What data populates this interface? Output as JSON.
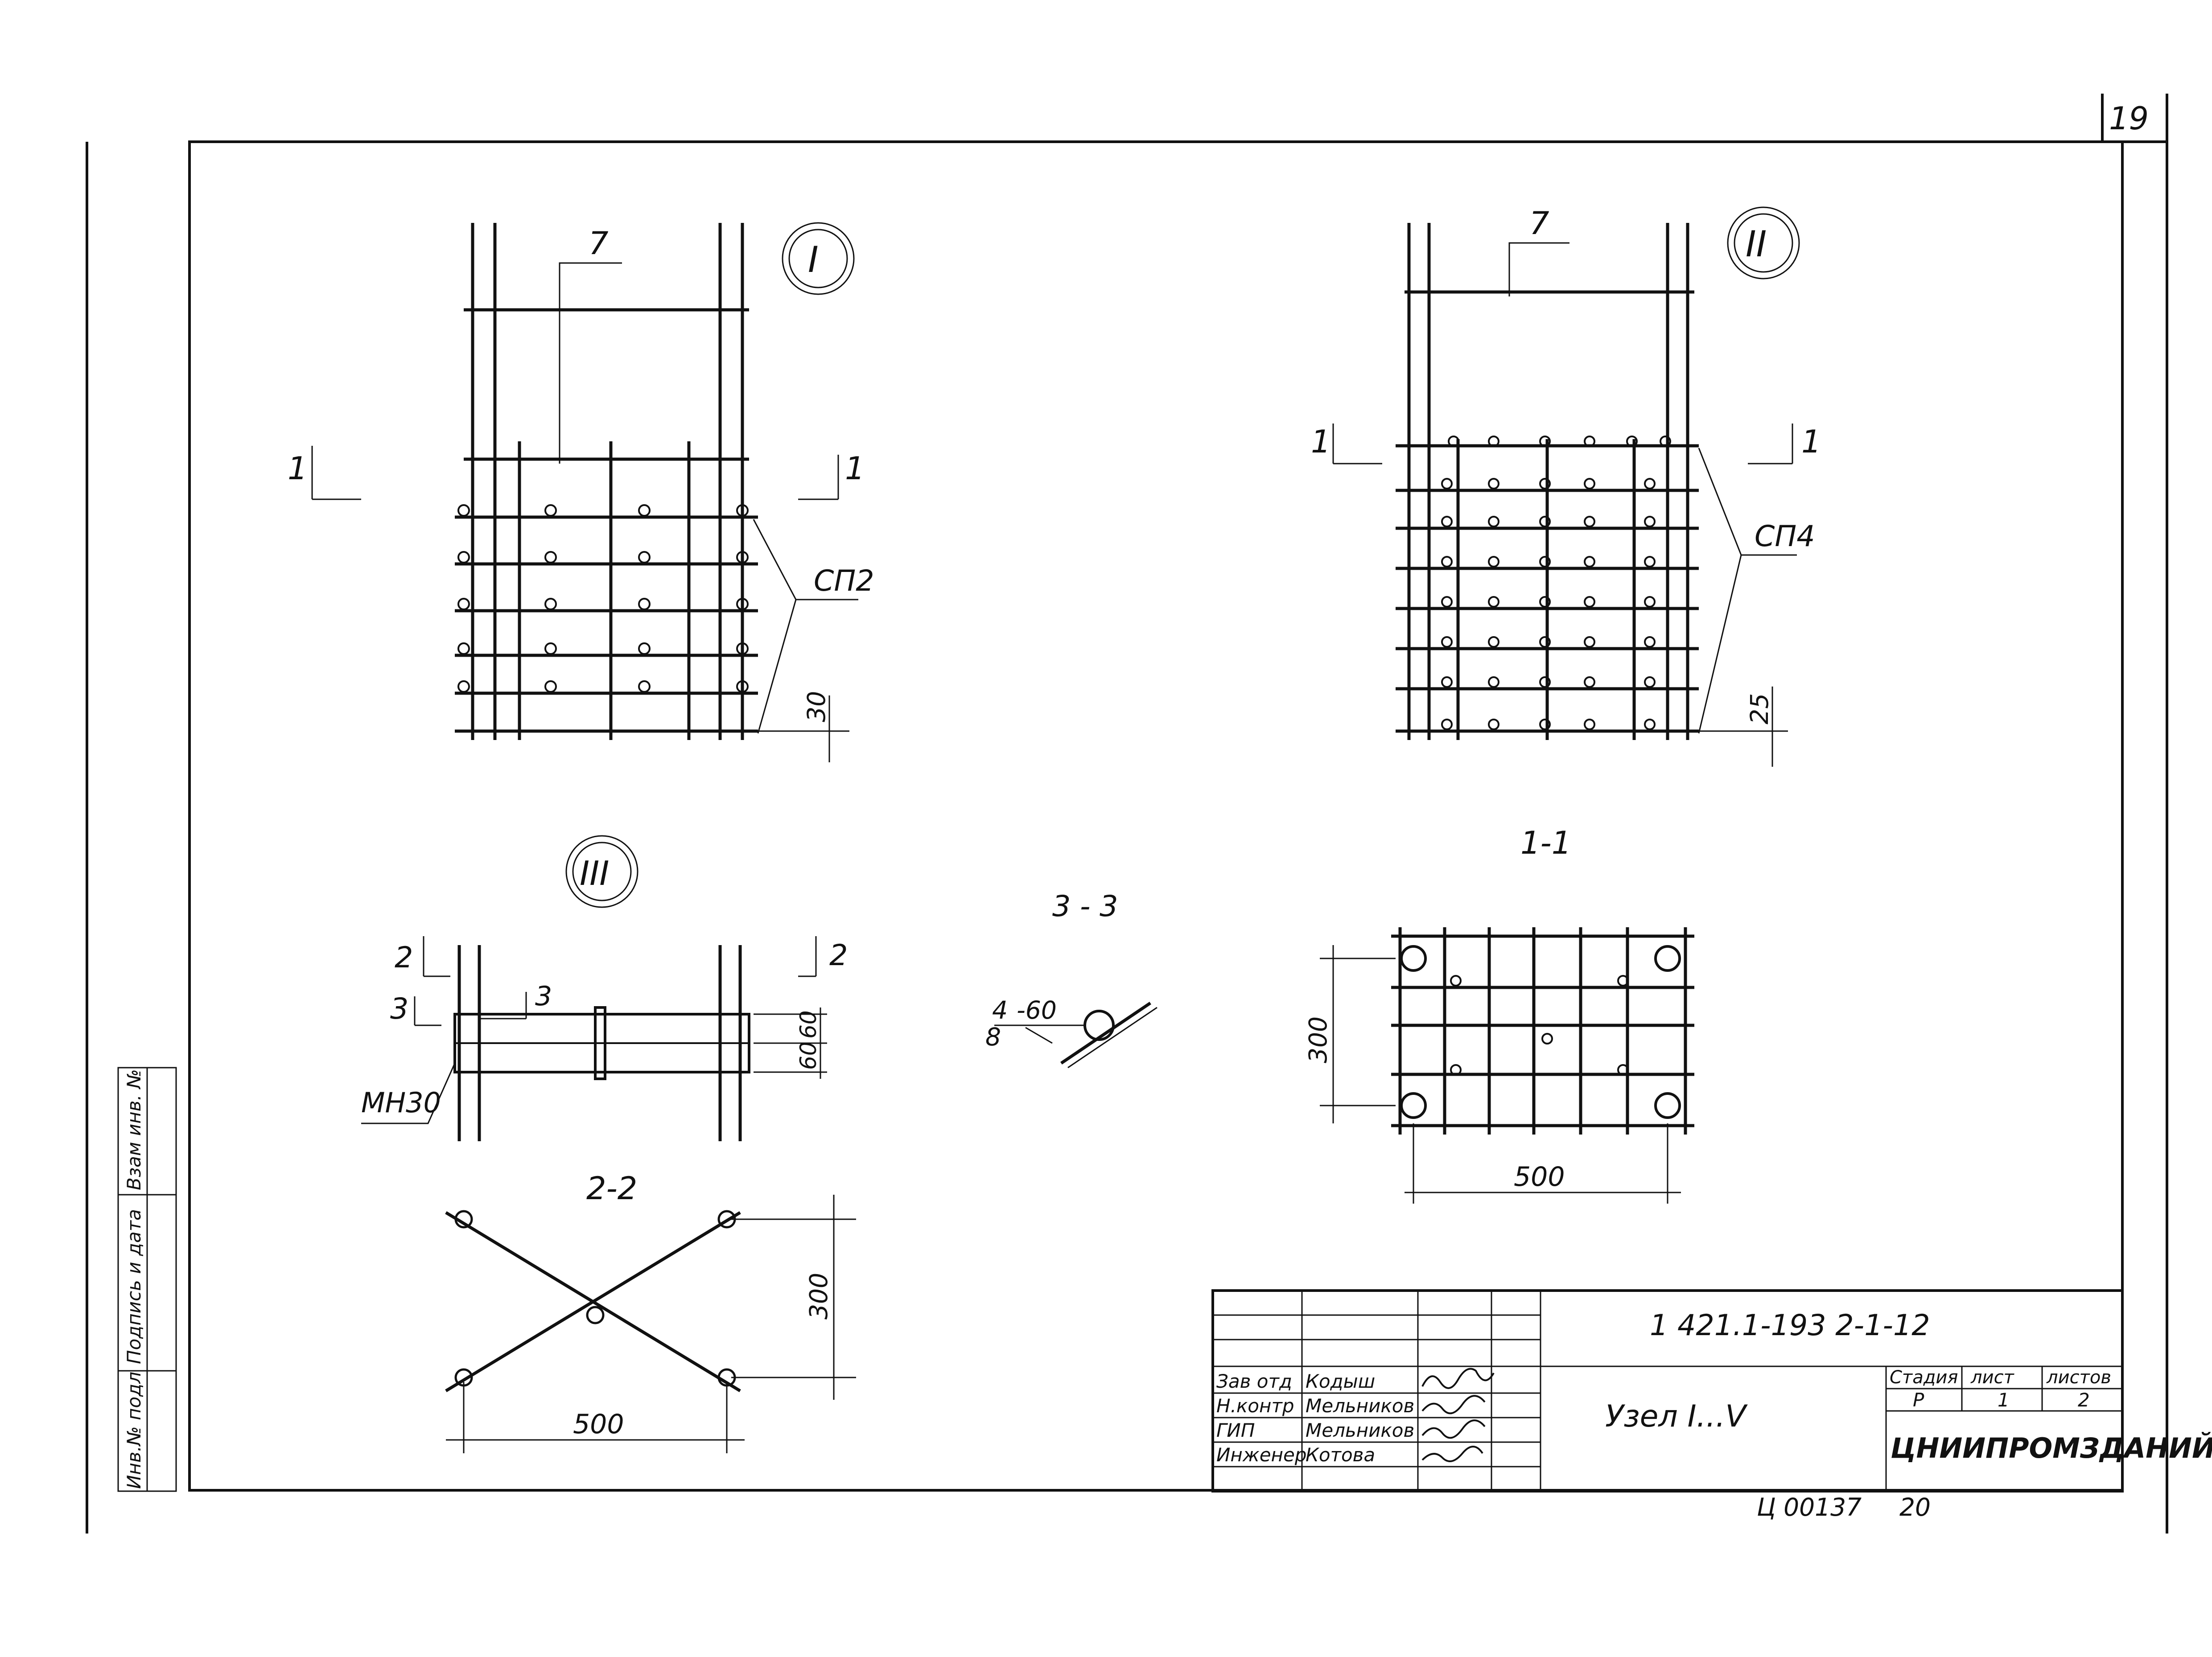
{
  "sheet": {
    "number": "19",
    "doc_code": "1 421.1-193 2-1-12",
    "title": "Узел I...V",
    "organization": "ЦНИИПРОМЗДАНИЙ",
    "footer_code": "Ц 00137",
    "footer_number": "20"
  },
  "side_stamp": {
    "inv_podl": "Инв.№ подл",
    "podpis_data": "Подпись и дата",
    "vzam_inv": "Взам инв. №"
  },
  "title_block": {
    "stage_header": "Стадия",
    "sheet_header": "лист",
    "sheets_header": "листов",
    "stage": "Р",
    "sheet": "1",
    "sheets": "2",
    "people": [
      {
        "role": "Зав отд",
        "name": "Кодыш"
      },
      {
        "role": "Н.контр",
        "name": "Мельников"
      },
      {
        "role": "ГИП",
        "name": "Мельников"
      },
      {
        "role": "Инженер",
        "name": "Котова"
      }
    ]
  },
  "views": {
    "node_1": {
      "label": "I",
      "callout": "7",
      "mesh": "СП2",
      "section_mark": "1",
      "dim": "30"
    },
    "node_2": {
      "label": "II",
      "callout": "7",
      "mesh": "СП4",
      "section_mark": "1",
      "dim": "25"
    },
    "node_3": {
      "label": "III",
      "mesh": "МН30",
      "sect_2": "2",
      "sect_3": "3",
      "dim_a": "60",
      "dim_b": "60"
    },
    "section_1_1": {
      "title": "1-1",
      "dim_h": "300",
      "dim_w": "500"
    },
    "section_2_2": {
      "title": "2-2",
      "dim_h": "300",
      "dim_w": "500"
    },
    "section_3_3": {
      "title": "3 - 3",
      "weld_num": "4",
      "weld_den": "8",
      "weld_len": "-60"
    }
  }
}
